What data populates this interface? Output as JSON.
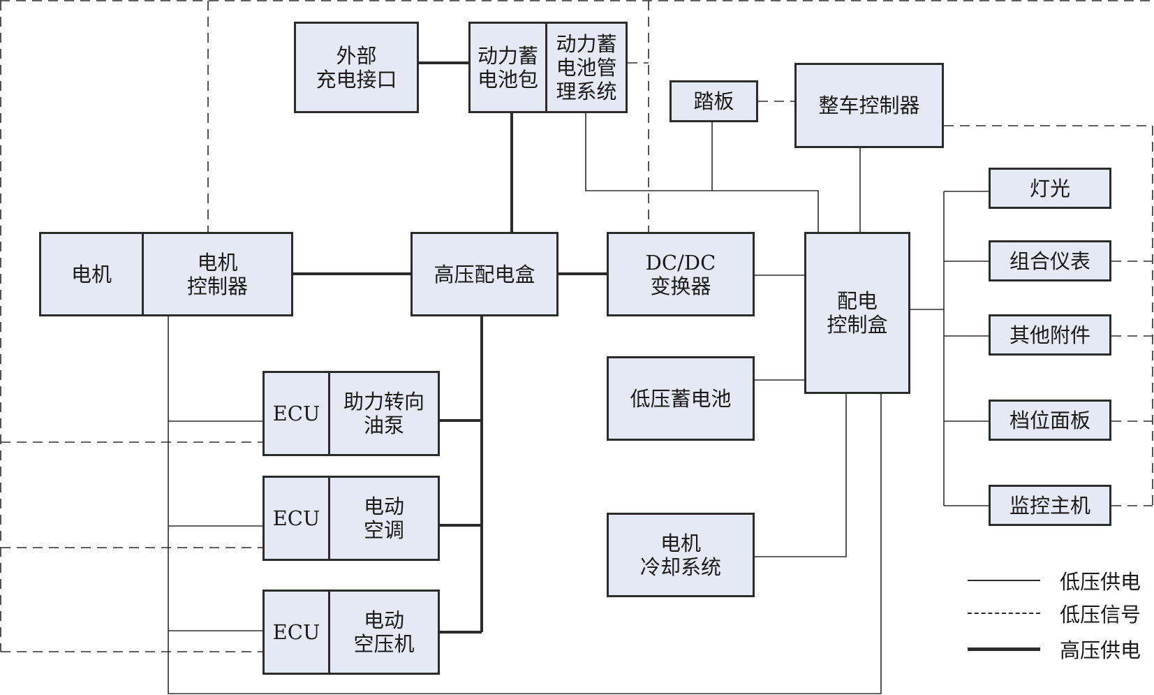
{
  "colors": {
    "line": "#2b2b2b",
    "box_fill": "#e4e9f4"
  },
  "boxes": {
    "external_charge": {
      "label": "外部\n充电接口"
    },
    "battery_pack": {
      "label": "动力蓄\n电池包"
    },
    "bms": {
      "label": "动力蓄\n电池管\n理系统"
    },
    "pedal": {
      "label": "踏板"
    },
    "vcu": {
      "label": "整车控制器"
    },
    "motor": {
      "label": "电机"
    },
    "motor_controller": {
      "label": "电机\n控制器"
    },
    "hv_box": {
      "label": "高压配电盒"
    },
    "dcdc": {
      "label": "DC/DC\n变换器"
    },
    "pdu": {
      "label": "配电\n控制盒"
    },
    "lights": {
      "label": "灯光"
    },
    "cluster": {
      "label": "组合仪表"
    },
    "accessories": {
      "label": "其他附件"
    },
    "gear_panel": {
      "label": "档位面板"
    },
    "monitor": {
      "label": "监控主机"
    },
    "lv_battery": {
      "label": "低压蓄电池"
    },
    "motor_cooling": {
      "label": "电机\n冷却系统"
    },
    "steering_ecu": {
      "label": "ECU"
    },
    "steering_pump": {
      "label": "助力转向\n油泵"
    },
    "ac_ecu": {
      "label": "ECU"
    },
    "ac": {
      "label": "电动\n空调"
    },
    "compressor_ecu": {
      "label": "ECU"
    },
    "compressor": {
      "label": "电动\n空压机"
    }
  },
  "legend": [
    {
      "label": "低压供电",
      "style": "thin-solid"
    },
    {
      "label": "低压信号",
      "style": "dashed"
    },
    {
      "label": "高压供电",
      "style": "thick-solid"
    }
  ]
}
